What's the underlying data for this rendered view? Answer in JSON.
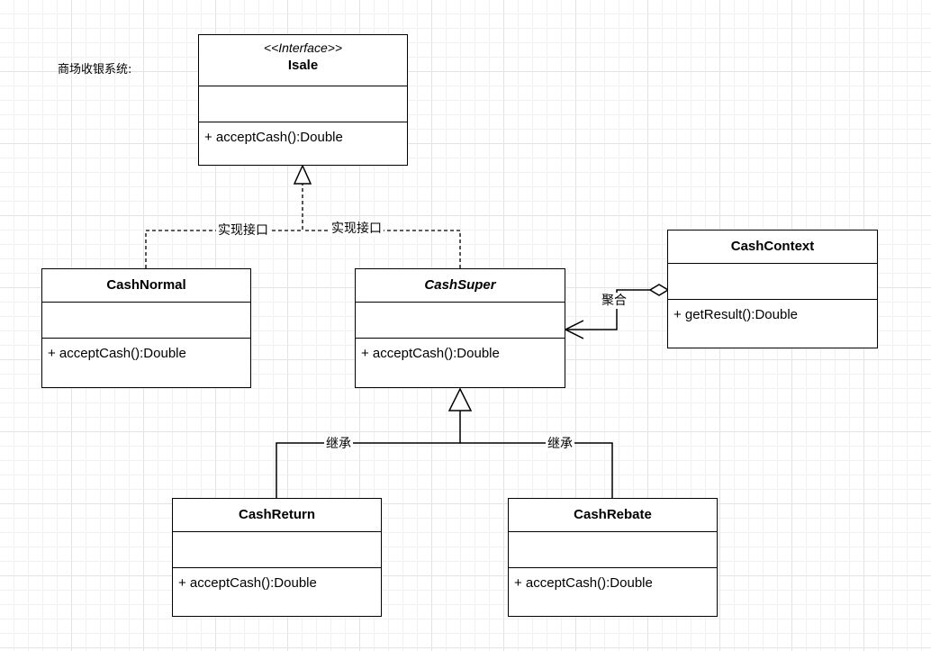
{
  "caption": "商场收银系统:",
  "classes": {
    "isale": {
      "stereotype": "<<Interface>>",
      "name": "Isale",
      "operation": "+ acceptCash():Double"
    },
    "cash_normal": {
      "name": "CashNormal",
      "operation": "+ acceptCash():Double"
    },
    "cash_super": {
      "name": "CashSuper",
      "operation": "+ acceptCash():Double"
    },
    "cash_context": {
      "name": "CashContext",
      "operation": "+ getResult():Double"
    },
    "cash_return": {
      "name": "CashReturn",
      "operation": "+ acceptCash():Double"
    },
    "cash_rebate": {
      "name": "CashRebate",
      "operation": "+ acceptCash():Double"
    }
  },
  "relations": {
    "realize_normal": "实现接口",
    "realize_super": "实现接口",
    "aggregation": "聚合",
    "inherit_return": "继承",
    "inherit_rebate": "继承"
  }
}
